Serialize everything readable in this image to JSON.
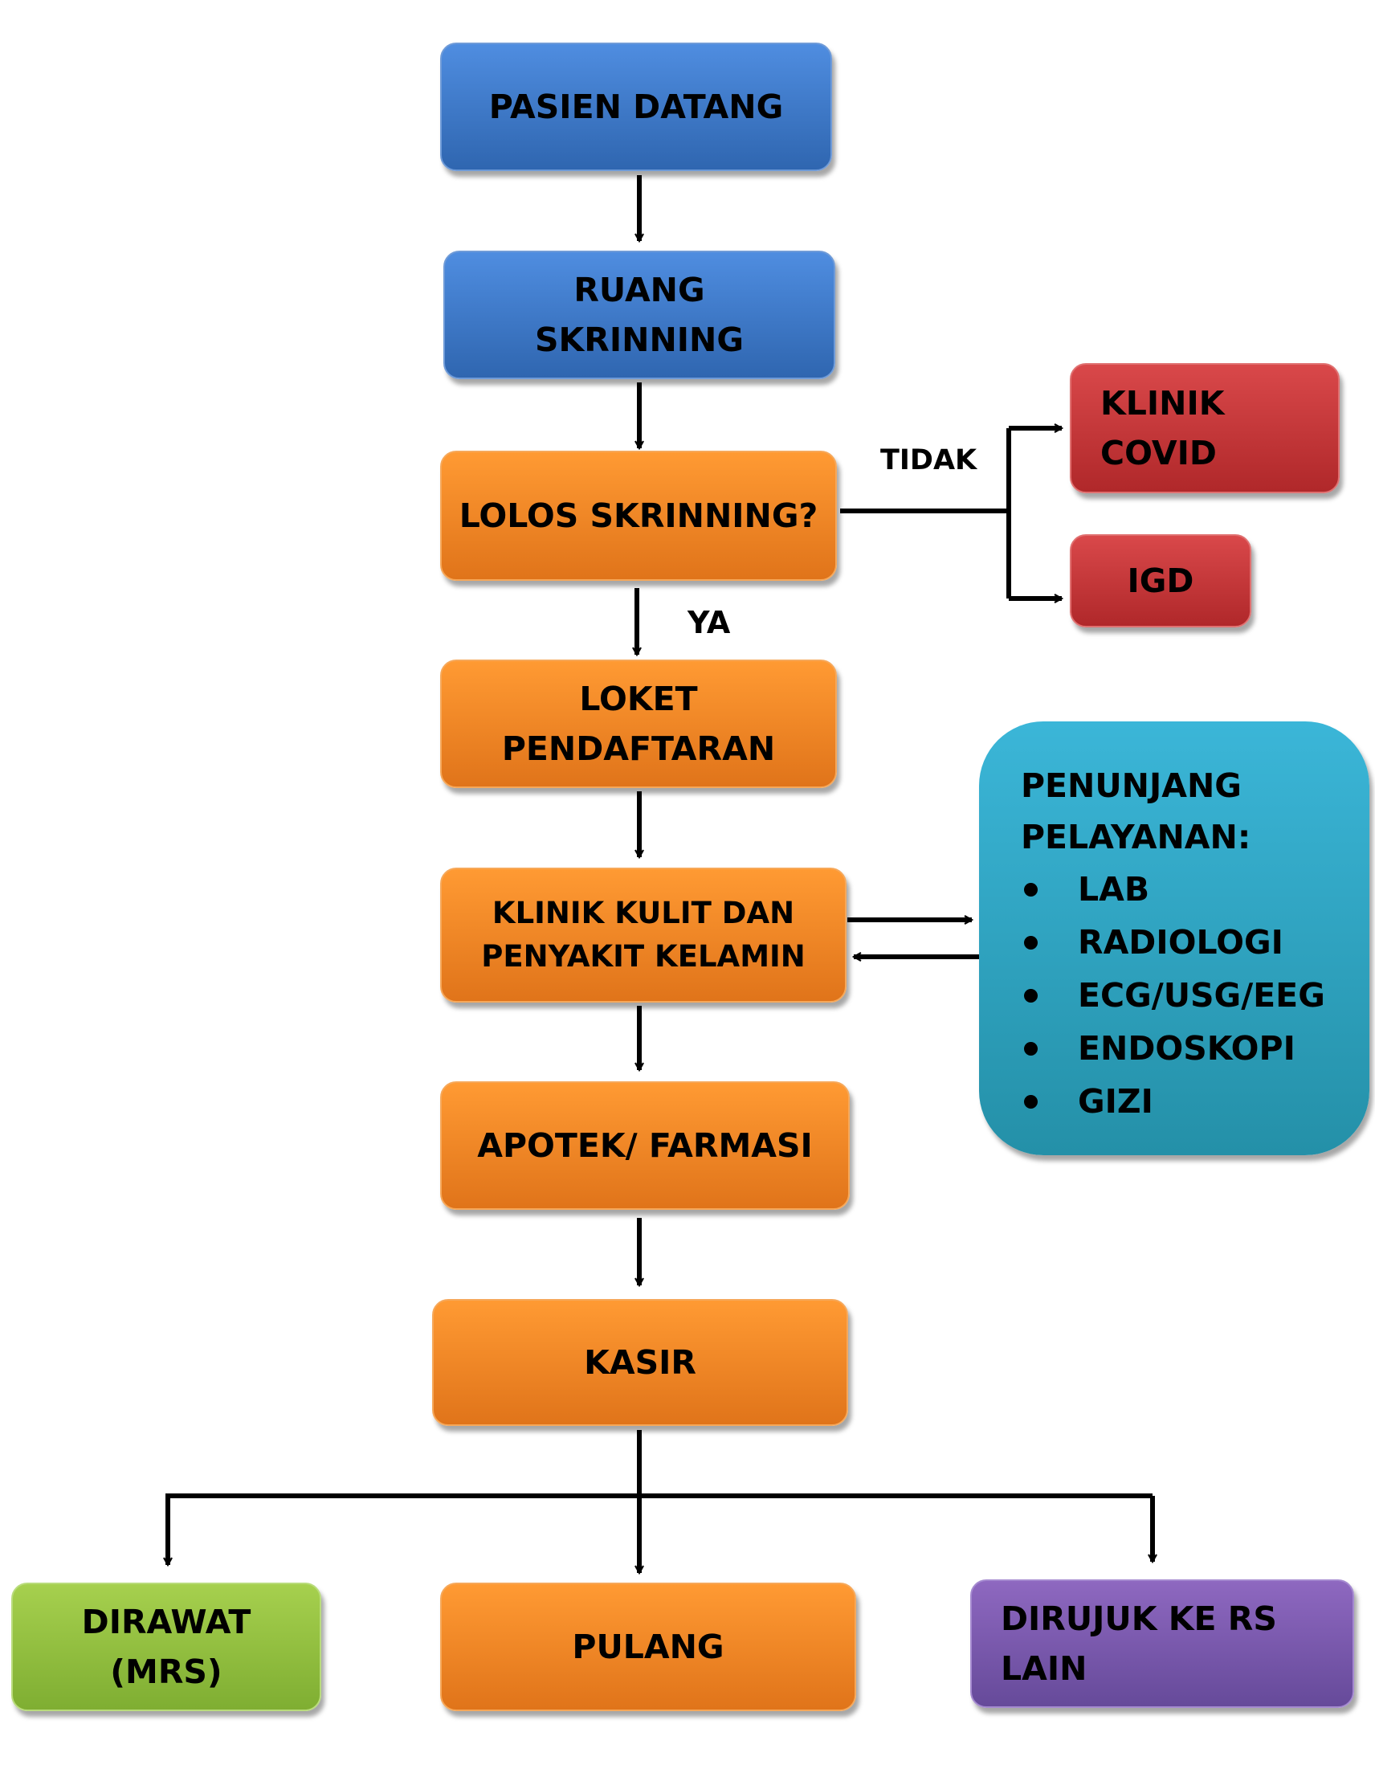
{
  "nodes": {
    "pasien_datang": [
      "PASIEN DATANG"
    ],
    "ruang_skrinning": [
      "RUANG",
      "SKRINNING"
    ],
    "lolos_skrinning": [
      "LOLOS SKRINNING?"
    ],
    "klinik_covid": [
      "KLINIK",
      "COVID"
    ],
    "igd": [
      "IGD"
    ],
    "loket_pendaftaran": [
      "LOKET",
      "PENDAFTARAN"
    ],
    "klinik_kulit": [
      "KLINIK KULIT DAN",
      "PENYAKIT KELAMIN"
    ],
    "apotek": [
      "APOTEK/ FARMASI"
    ],
    "kasir": [
      "KASIR"
    ],
    "dirawat": [
      "DIRAWAT",
      "(MRS)"
    ],
    "pulang": [
      "PULANG"
    ],
    "dirujuk": [
      "DIRUJUK KE RS",
      "LAIN"
    ]
  },
  "penunjang": {
    "title": [
      "PENUNJANG",
      "PELAYANAN:"
    ],
    "items": [
      "LAB",
      "RADIOLOGI",
      "ECG/USG/EEG",
      "ENDOSKOPI",
      "GIZI"
    ]
  },
  "labels": {
    "tidak": "TIDAK",
    "ya": "YA"
  },
  "colors": {
    "blue": "#3a78c8",
    "orange": "#f58a26",
    "red": "#c43a3c",
    "green": "#92c043",
    "purple": "#7a58ad",
    "teal": "#2fa6c6"
  }
}
